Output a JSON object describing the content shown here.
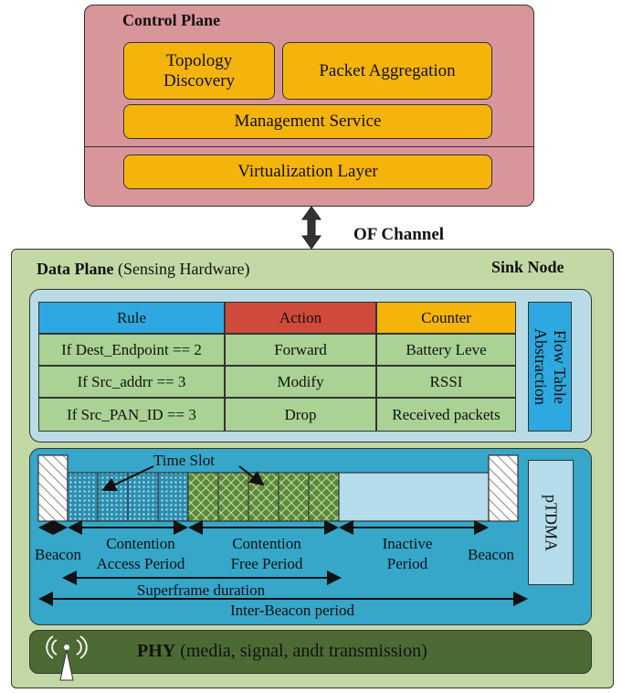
{
  "control_plane": {
    "title": "Control Plane",
    "topology_discovery": "Topology Discovery",
    "packet_aggregation": "Packet Aggregation",
    "management_service": "Management Service",
    "virtualization_layer": "Virtualization Layer"
  },
  "channel": {
    "label": "OF Channel"
  },
  "data_plane": {
    "title_bold": "Data Plane",
    "title_rest": " (Sensing Hardware)",
    "sink_node": "Sink Node"
  },
  "flow_table": {
    "headers": {
      "rule": "Rule",
      "action": "Action",
      "counter": "Counter"
    },
    "rows": [
      {
        "rule": "If Dest_Endpoint == 2",
        "action": "Forward",
        "counter": "Battery Leve"
      },
      {
        "rule": "If Src_addrr == 3",
        "action": "Modify",
        "counter": "RSSI"
      },
      {
        "rule": "If Src_PAN_ID == 3",
        "action": "Drop",
        "counter": "Received packets"
      }
    ],
    "abstraction_label": "Flow Table Abstraction"
  },
  "tdma": {
    "time_slot": "Time Slot",
    "beacon_left": "Beacon",
    "contention_access_1": "Contention",
    "contention_access_2": "Access Period",
    "contention_free_1": "Contention",
    "contention_free_2": "Free Period",
    "inactive_1": "Inactive",
    "inactive_2": "Period",
    "beacon_right": "Beacon",
    "superframe": "Superframe duration",
    "inter_beacon": "Inter-Beacon period",
    "ptdma_label": "pTDMA"
  },
  "phy": {
    "bold": "PHY",
    "rest": " (media, signal, andt transmission)"
  },
  "colors": {
    "control_plane": "#d9969a",
    "orange": "#f5b40c",
    "data_plane": "#c3d9a5",
    "flow_panel": "#b9dbe6",
    "rule_header": "#2ea8e0",
    "action_header": "#d04a3c",
    "table_body": "#a9d294",
    "tdma_panel": "#36a6c9",
    "contention_access": "#2c8fb0",
    "contention_free": "#5b8a3a",
    "inactive": "#b5dcea",
    "phy": "#4c6b34"
  }
}
